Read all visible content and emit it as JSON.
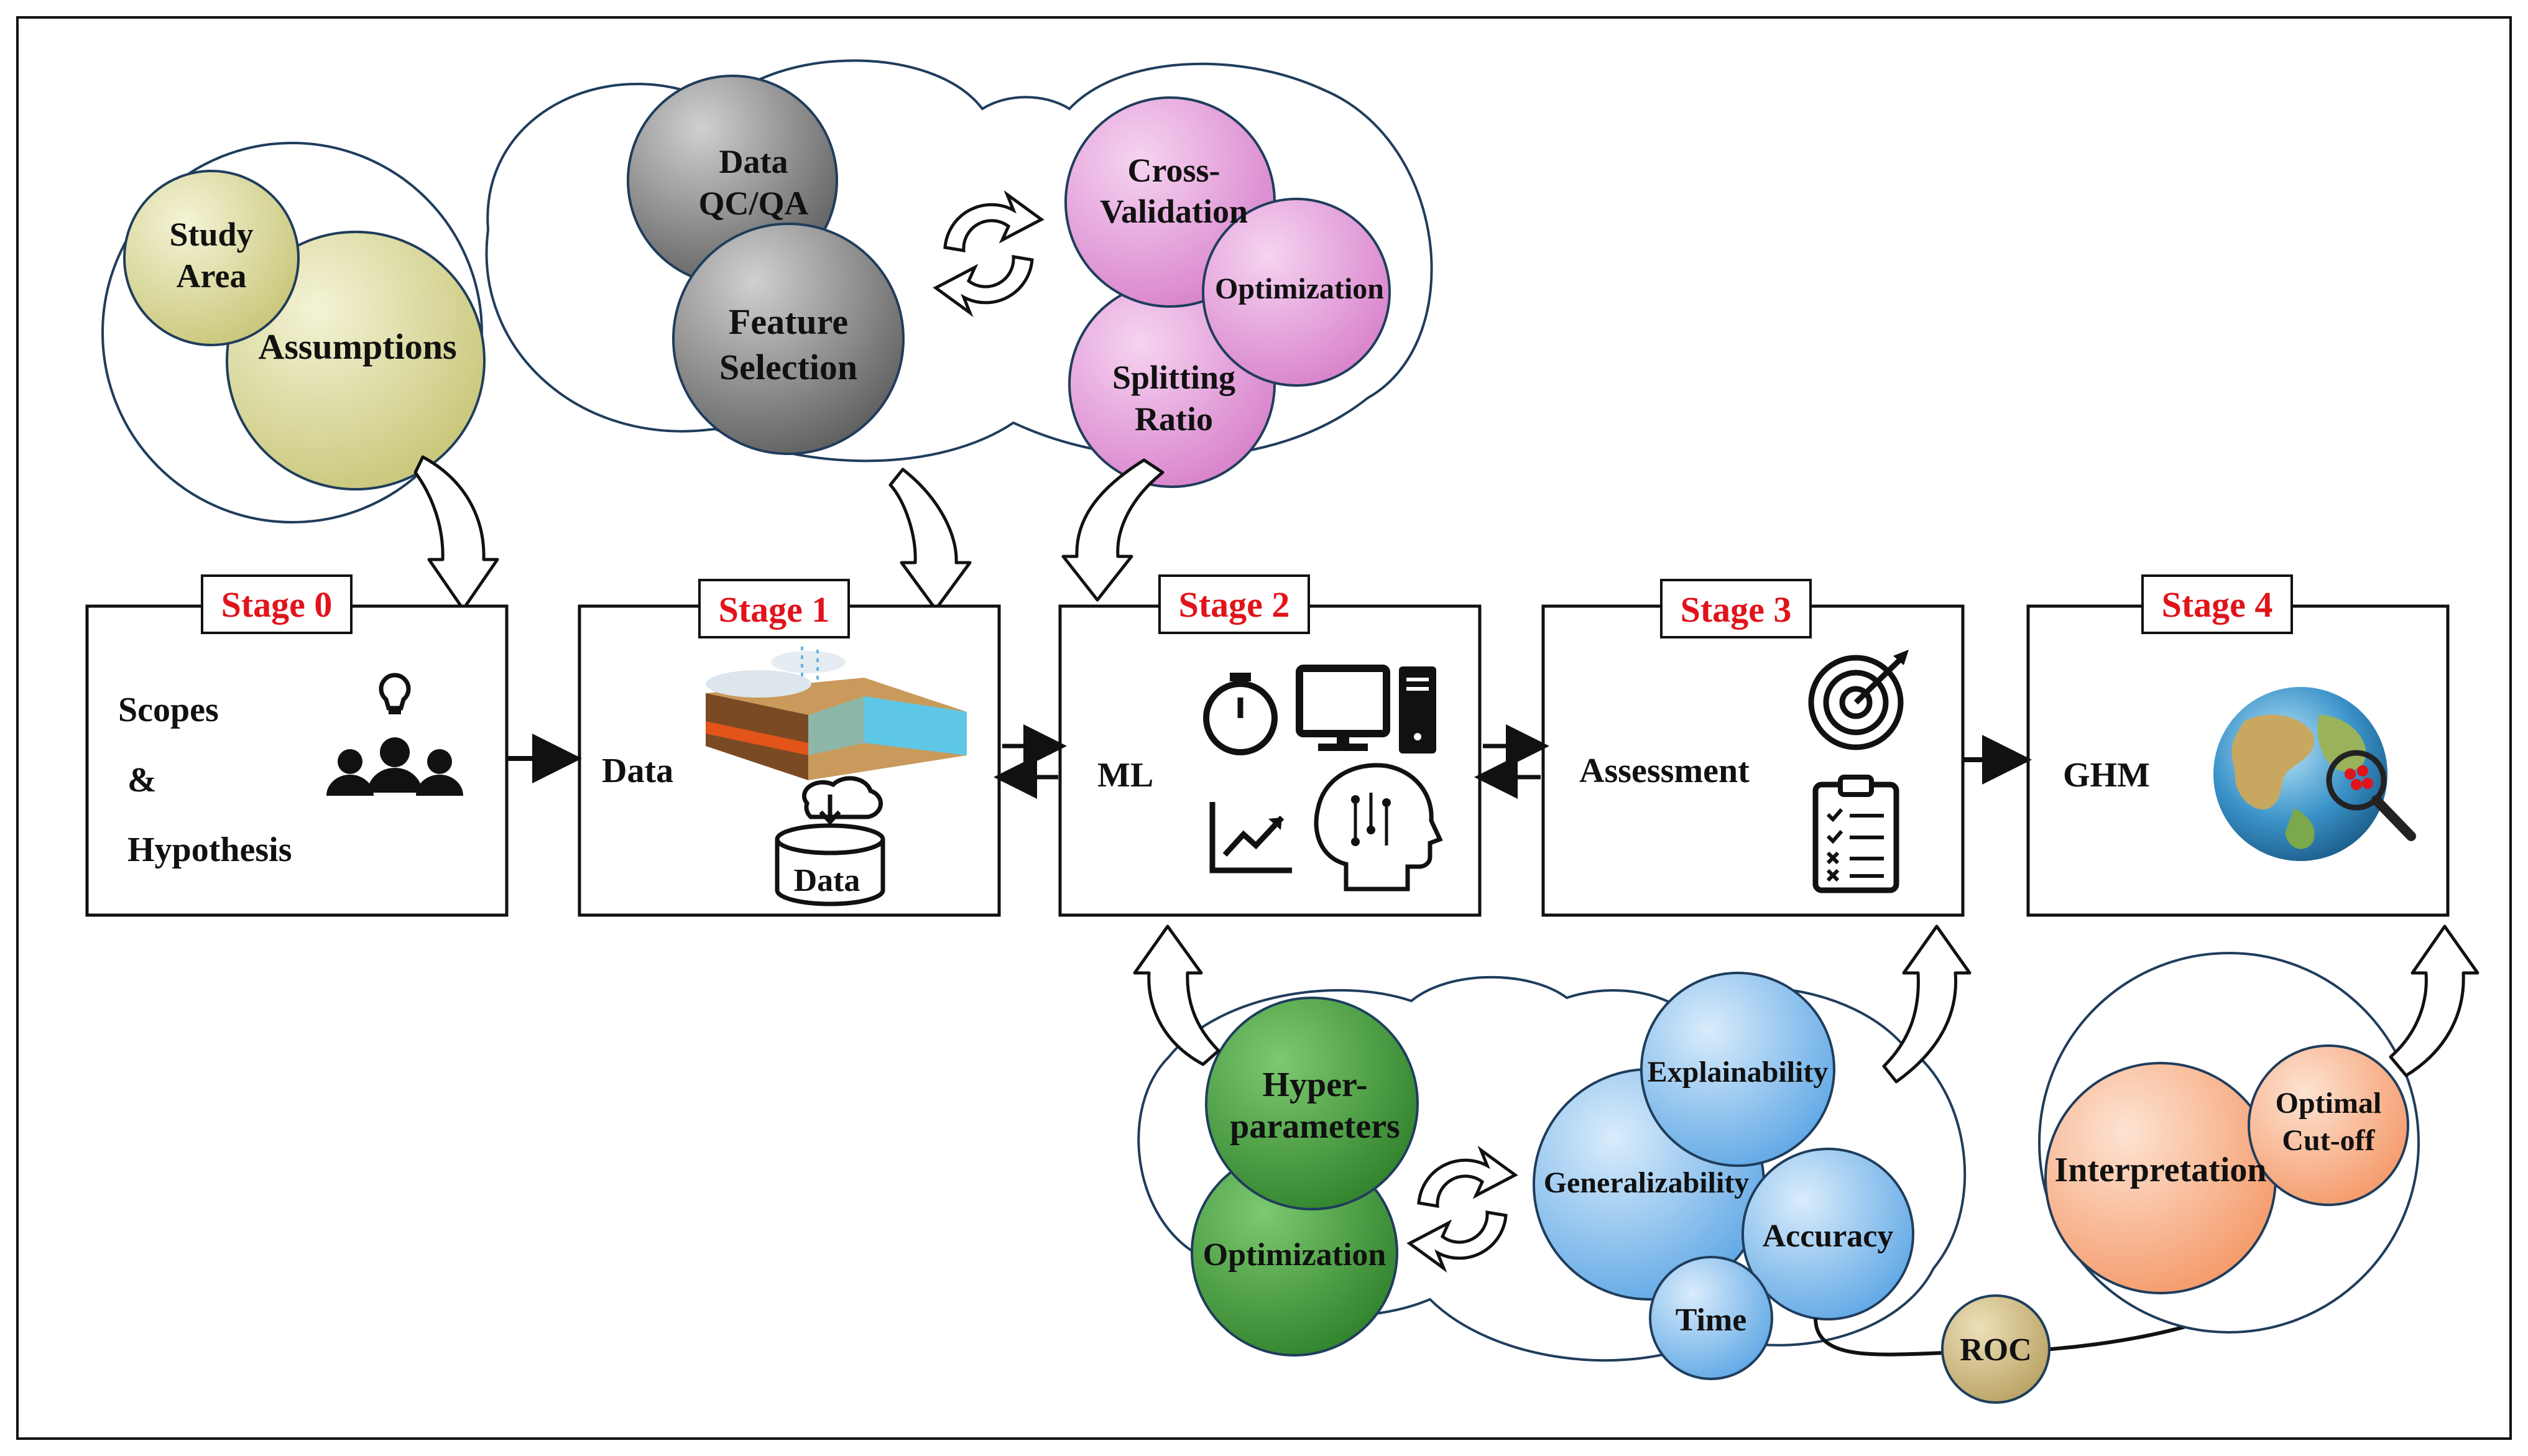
{
  "stages": [
    {
      "label": "Stage 0",
      "lines": [
        "Scopes",
        "&",
        "Hypothesis"
      ],
      "icons": [
        "team-idea-icon"
      ]
    },
    {
      "label": "Stage 1",
      "lines": [
        "Data"
      ],
      "icon_caption": "Data",
      "icons": [
        "terrain-illustration",
        "database-download-icon"
      ]
    },
    {
      "label": "Stage 2",
      "lines": [
        "ML"
      ],
      "icons": [
        "stopwatch-icon",
        "computer-icon",
        "trend-chart-icon",
        "ai-brain-icon"
      ]
    },
    {
      "label": "Stage 3",
      "lines": [
        "Assessment"
      ],
      "icons": [
        "target-icon",
        "checklist-icon"
      ]
    },
    {
      "label": "Stage 4",
      "lines": [
        "GHM"
      ],
      "icons": [
        "globe-magnifier-icon"
      ]
    }
  ],
  "stage0_cluster": {
    "study_area": [
      "Study",
      "Area"
    ],
    "assumptions": "Assumptions"
  },
  "stage1_cluster": {
    "data_qc": [
      "Data",
      "QC/QA"
    ],
    "feature_selection": [
      "Feature",
      "Selection"
    ],
    "cross_validation": [
      "Cross-",
      "Validation"
    ],
    "optimization": "Optimization",
    "splitting_ratio": [
      "Splitting",
      "Ratio"
    ]
  },
  "stage2_cluster": {
    "hyperparameters": [
      "Hyper-",
      "parameters"
    ],
    "optimization": "Optimization",
    "explainability": "Explainability",
    "generalizability": "Generalizability",
    "accuracy": "Accuracy",
    "time": "Time"
  },
  "roc": "ROC",
  "stage4_cluster": {
    "interpretation": "Interpretation",
    "optimal_cutoff": [
      "Optimal",
      "Cut-off"
    ]
  },
  "colors": {
    "stage_label": "#e0141b",
    "olive": "#d8d79a",
    "gray": "#8e8e8e",
    "pink": "#e6a0dc",
    "green": "#4aa33f",
    "blue": "#8cc2ef",
    "tan": "#d4c08a",
    "orange": "#f8b38c"
  }
}
